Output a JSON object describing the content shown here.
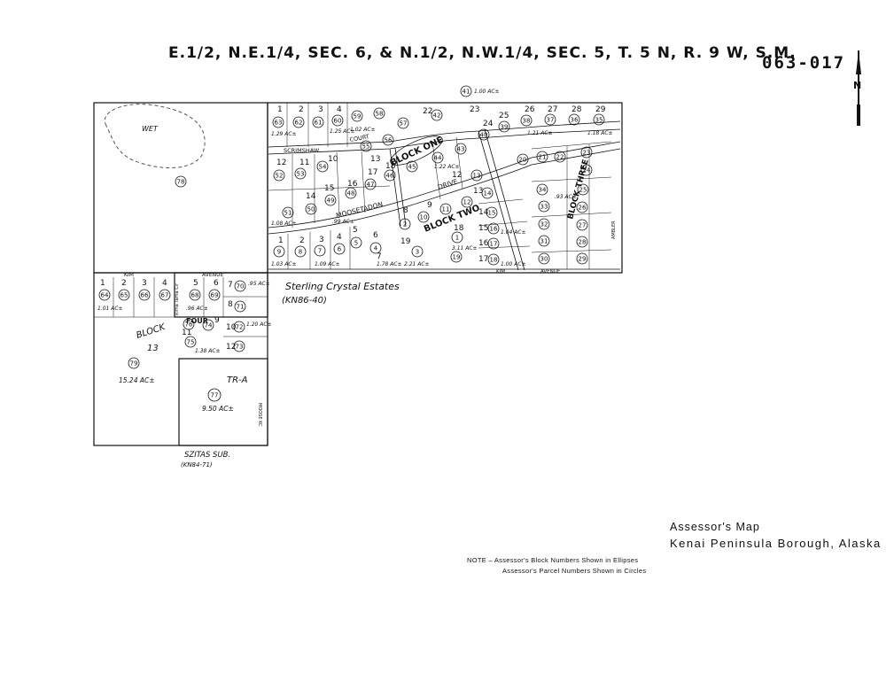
{
  "header": {
    "title": "E.1/2, N.E.1/4, SEC. 6, & N.1/2, N.W.1/4, SEC. 5, T. 5 N, R. 9 W, S.M.",
    "map_number": "063-017"
  },
  "subdivisions": {
    "sterling_name": "Sterling Crystal Estates",
    "sterling_ref": "(KN86-40)",
    "szitas_name": "SZITAS SUB.",
    "szitas_ref": "(KN84-71)"
  },
  "streets": {
    "scrimshaw": "SCRIMSHAW",
    "court": "COURT",
    "moosetadon": "MOOSETADON",
    "drive": "DRIVE",
    "kim_avenue_west": "KIM",
    "avenue_top": "AVENUE",
    "kim_avenue_south": "KIM",
    "avenue_south": "AVENUE",
    "rima_tama_cir": "Rima Tama Cir",
    "moose_kc": "MOOSE KC",
    "ambler": "AMBLER"
  },
  "blocks": {
    "block_one": "BLOCK ONE",
    "block_two": "BLOCK TWO",
    "block_three": "BLOCK THREE",
    "block_four": "FOUR",
    "block_13_label": "BLOCK",
    "block_13_num": "13",
    "tract_a": "TR-A"
  },
  "parcels": {
    "p41": "41",
    "p41_acres": "1.00 AC±",
    "p78": "78",
    "wet": "WET",
    "p79": "79",
    "p79_acres": "15.24 AC±",
    "p77": "77",
    "p77_acres": "9.50 AC±",
    "p64": "64",
    "p65": "65",
    "p66": "66",
    "p67": "67",
    "p68": "68",
    "p69": "69",
    "p70": "70",
    "p71": "71",
    "p72": "72",
    "p73": "73",
    "p74": "74",
    "p75": "75",
    "p76": "76",
    "p40": "40",
    "p39": "39",
    "p38": "38",
    "p37": "37",
    "p36": "36",
    "p35": "35",
    "p56": "56",
    "p57": "57",
    "p58": "58",
    "p59": "59",
    "p60": "60",
    "p61": "61",
    "p62": "62",
    "p63": "63",
    "p42": "42",
    "p43": "43",
    "p44": "44",
    "p45": "45",
    "p46": "46",
    "p47": "47",
    "p48": "48",
    "p49": "49",
    "p50": "50",
    "p51": "51",
    "p52": "52",
    "p53": "53",
    "p1": "1",
    "p2": "2",
    "p3": "3",
    "p4": "4",
    "p5": "5",
    "p6": "6",
    "p7": "7",
    "p8": "8",
    "p9": "9",
    "p10": "10",
    "p11": "11",
    "p12": "12",
    "p13": "13",
    "p14": "14",
    "p15": "15",
    "p16": "16",
    "p17": "17",
    "p18": "18",
    "p19": "19",
    "p20": "20",
    "p21": "21",
    "p22": "22",
    "p23": "23",
    "p24": "24",
    "p25": "25",
    "p26": "26",
    "p27": "27",
    "p28": "28",
    "p29": "29",
    "p30": "30",
    "p31": "31",
    "p32": "32",
    "p33": "33",
    "p34": "34",
    "p54": "54",
    "p55": "55",
    "a_101": "1.01 AC±",
    "a_100": "1.00 AC±",
    "a_99": ".99 AC±",
    "a_104": "1.04 AC±",
    "a_95": ".95 AC±",
    "a_96": ".96 AC±",
    "a_120": "1.20 AC±",
    "a_138": "1.38 AC±",
    "a_221": "2.21 AC±",
    "a_311": "3.11 AC±",
    "a_122": "1.22 AC±",
    "a_108": "1.08 AC±",
    "a_129": "1.29 AC±",
    "a_125": "1.25 AC±",
    "a_102": "1.02 AC±",
    "a_93": ".93 AC±",
    "a_178": "1.78 AC±",
    "a_109": "1.09 AC±",
    "a_103": "1.03 AC±",
    "a_121": "1.21 AC±",
    "a_118": "1.18 AC±"
  },
  "legend": {
    "line1": "Assessor's Map",
    "line2": "Kenai Peninsula Borough, Alaska"
  },
  "note": {
    "line1": "NOTE  –  Assessor's Block Numbers Shown in Ellipses",
    "line2": "Assessor's Parcel Numbers Shown in Circles"
  },
  "north": {
    "label": "N"
  }
}
